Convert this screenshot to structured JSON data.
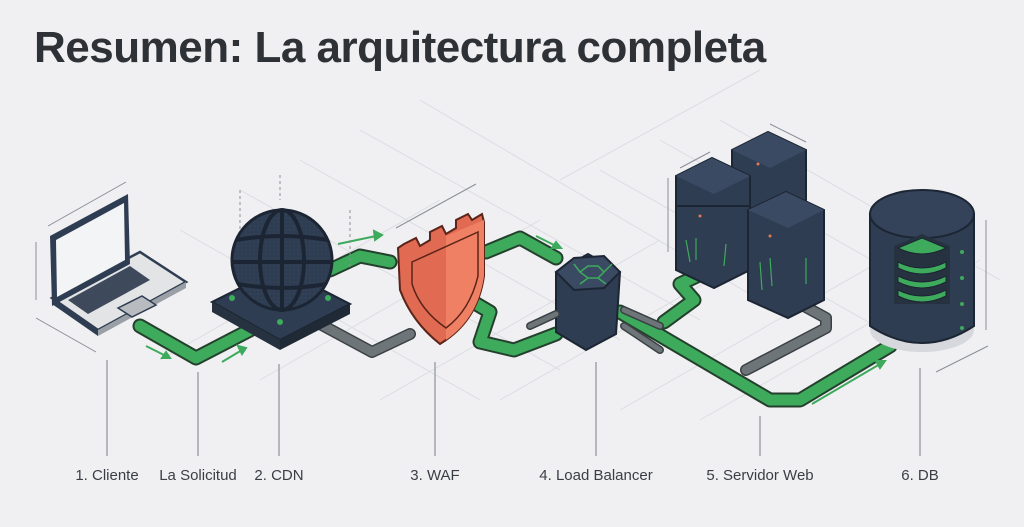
{
  "title": "Resumen: La arquitectura completa",
  "colors": {
    "background": "#f0f0f3",
    "dark_navy": "#2f3d52",
    "green_pipe": "#3daa5c",
    "gray_pipe": "#6e7579",
    "shield_red": "#e06a52",
    "text": "#3a3e44"
  },
  "components": [
    {
      "id": "client",
      "label": "1. Cliente",
      "icon": "laptop-icon"
    },
    {
      "id": "request",
      "label": "La Solicitud",
      "icon": "arrow-icon"
    },
    {
      "id": "cdn",
      "label": "2. CDN",
      "icon": "globe-icon"
    },
    {
      "id": "waf",
      "label": "3. WAF",
      "icon": "shield-icon"
    },
    {
      "id": "load-balancer",
      "label": "4. Load Balancer",
      "icon": "hexagon-hub-icon"
    },
    {
      "id": "web-server",
      "label": "5. Servidor Web",
      "icon": "server-rack-icon"
    },
    {
      "id": "db",
      "label": "6. DB",
      "icon": "database-icon"
    }
  ],
  "flow": [
    "client",
    "cdn",
    "waf",
    "load-balancer",
    "web-server",
    "db"
  ]
}
